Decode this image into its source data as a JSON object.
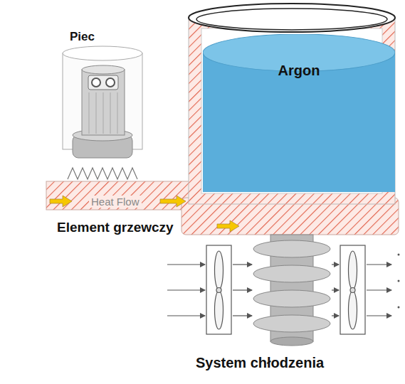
{
  "diagram": {
    "nodes": [
      {
        "text": [
          "Argon"
        ]
      }
    ],
    "labels": [
      "Piec",
      "Heat Flow",
      "Element grzewczy",
      "System chłodzenia"
    ]
  }
}
